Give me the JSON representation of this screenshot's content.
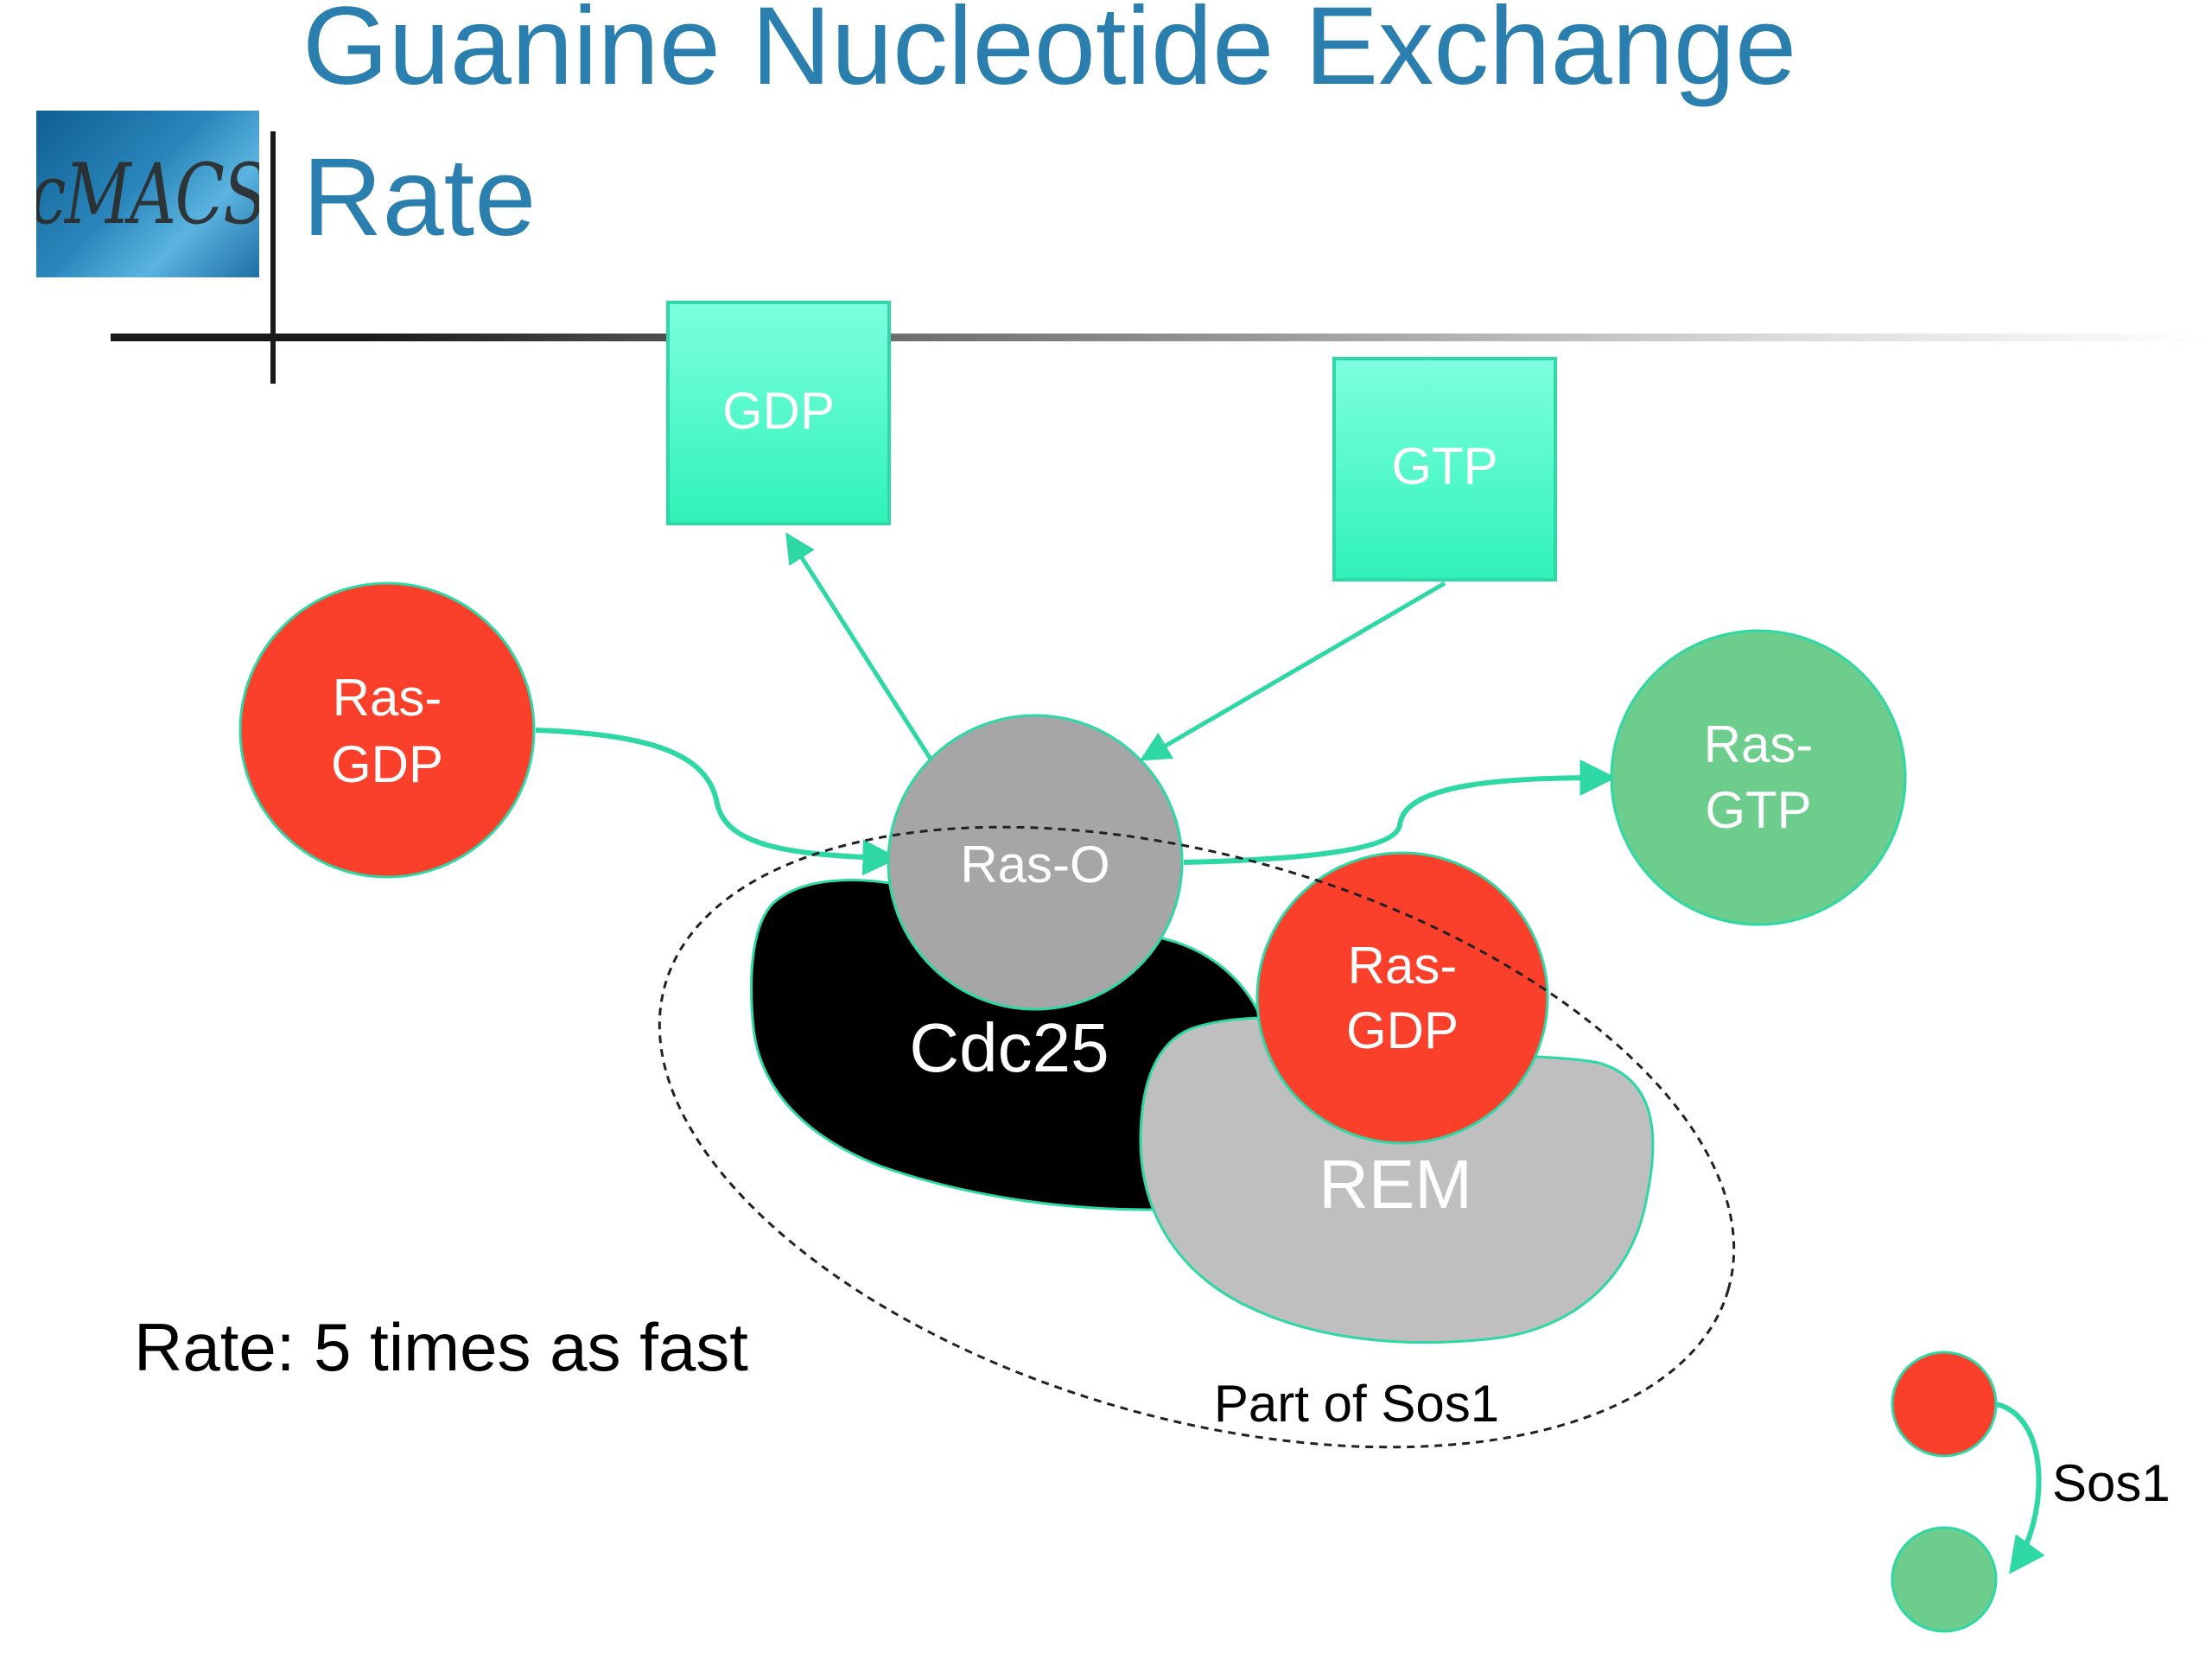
{
  "title": {
    "line1": "Guanine Nucleotide Exchange",
    "line2": "Rate",
    "color": "#2a7fae"
  },
  "logo": {
    "text": "cMACS",
    "text_color": "#2c2c2c"
  },
  "nodes": {
    "gdp_box": {
      "label": "GDP"
    },
    "gtp_box": {
      "label": "GTP"
    },
    "ras_gdp_left": {
      "label_line1": "Ras-",
      "label_line2": "GDP"
    },
    "ras_o": {
      "label": "Ras-O"
    },
    "ras_gtp": {
      "label_line1": "Ras-",
      "label_line2": "GTP"
    },
    "cdc25": {
      "label": "Cdc25"
    },
    "rem": {
      "label": "REM"
    },
    "ras_gdp_bound": {
      "label_line1": "Ras-",
      "label_line2": "GDP"
    }
  },
  "annotations": {
    "part_of_sos1": "Part of Sos1",
    "rate": "Rate: 5 times as fast"
  },
  "legend": {
    "label": "Sos1"
  },
  "colors": {
    "teal_box": "#40f0c0",
    "arrow": "#2ed8a4",
    "red": "#fa3f2b",
    "green": "#6ccd8d",
    "gray": "#a6a6a6",
    "light_gray": "#bfbfbf",
    "black": "#000000",
    "white_text": "#ffffff"
  }
}
